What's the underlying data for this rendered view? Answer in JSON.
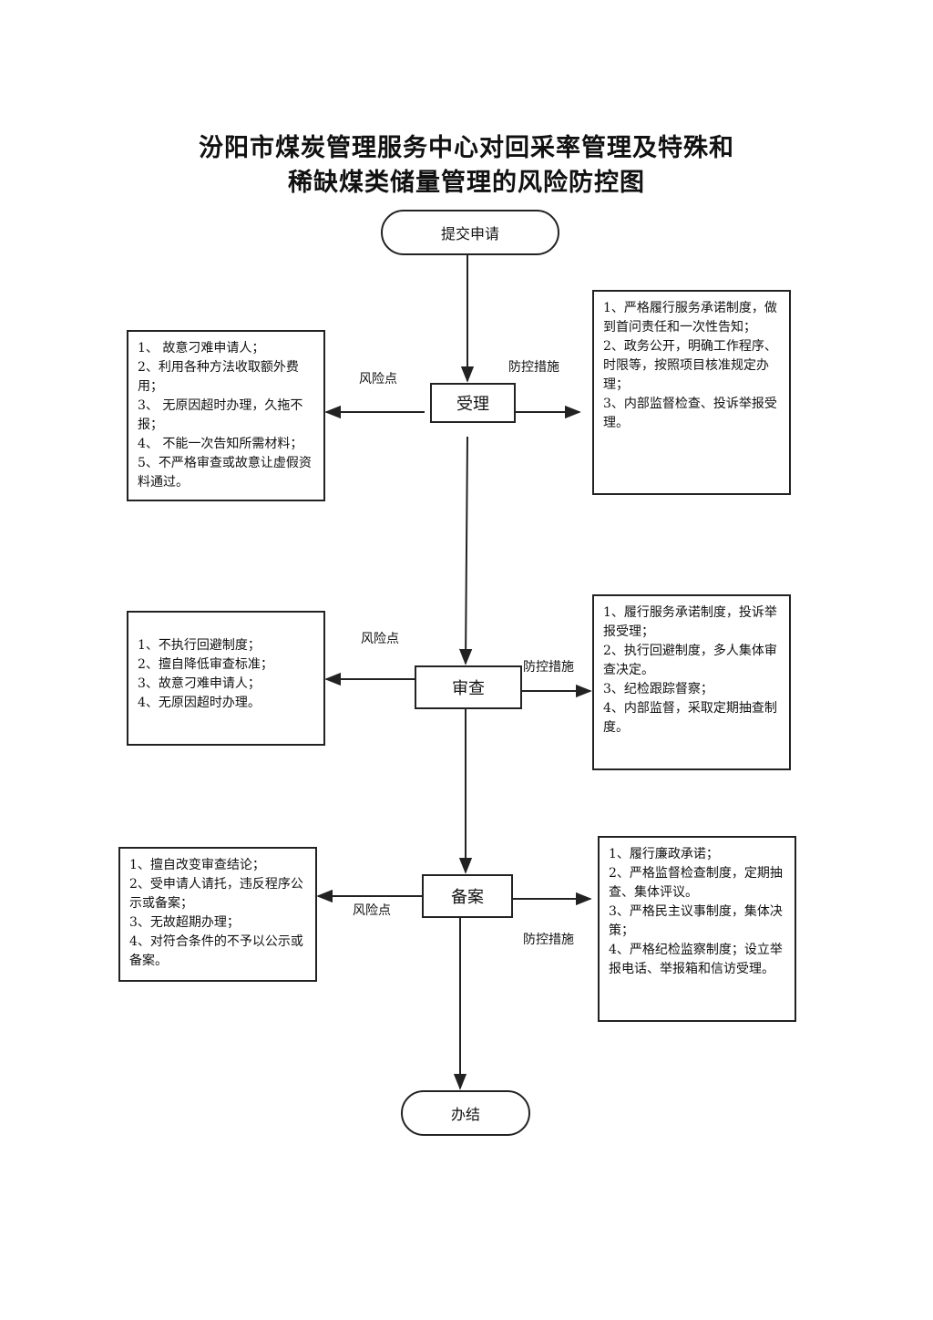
{
  "title": {
    "line1": "汾阳市煤炭管理服务中心对回采率管理及特殊和",
    "line2": "稀缺煤类储量管理的风险防控图"
  },
  "flow": {
    "start": "提交申请",
    "end": "办结",
    "steps": [
      {
        "name": "受理",
        "risk_label": "风险点",
        "measure_label": "防控措施",
        "risks": [
          "1、 故意刁难申请人；",
          "2、利用各种方法收取额外费用；",
          "3、 无原因超时办理，久拖不报；",
          "4、 不能一次告知所需材料；",
          "5、不严格审查或故意让虚假资料通过。"
        ],
        "measures": [
          "1、严格履行服务承诺制度，做到首问责任和一次性告知；",
          "2、政务公开，明确工作程序、时限等，按照项目核准规定办理；",
          "3、内部监督检查、投诉举报受理。"
        ]
      },
      {
        "name": "审查",
        "risk_label": "风险点",
        "measure_label": "防控措施",
        "risks": [
          "1、不执行回避制度；",
          "2、擅自降低审查标准；",
          "3、故意刁难申请人；",
          "4、无原因超时办理。"
        ],
        "measures": [
          "1、履行服务承诺制度，投诉举报受理；",
          "2、执行回避制度，多人集体审查决定。",
          "3、纪检跟踪督察；",
          "4、内部监督，采取定期抽查制度。"
        ]
      },
      {
        "name": "备案",
        "risk_label": "风险点",
        "measure_label": "防控措施",
        "risks": [
          "1、擅自改变审查结论；",
          "2、受申请人请托，违反程序公示或备案；",
          "3、无故超期办理；",
          "4、对符合条件的不予以公示或备案。"
        ],
        "measures": [
          "1、履行廉政承诺；",
          "2、严格监督检查制度，定期抽查、集体评议。",
          "3、严格民主议事制度，集体决策；",
          "4、严格纪检监察制度；设立举报电话、举报箱和信访受理。"
        ]
      }
    ]
  }
}
